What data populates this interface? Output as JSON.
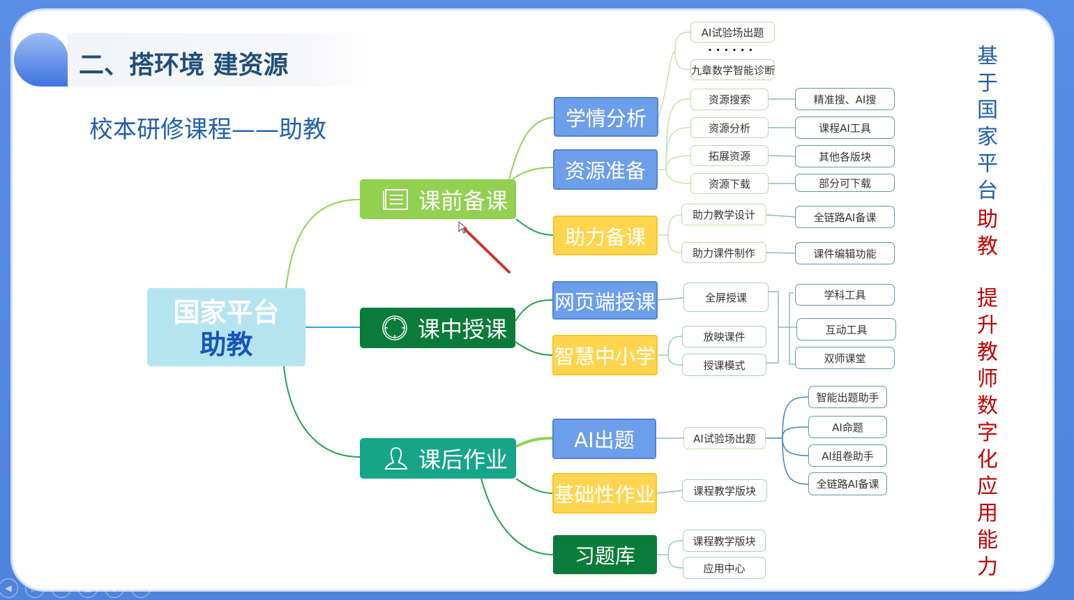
{
  "slide": {
    "title": "二、搭环境 建资源",
    "subtitle": "校本研修课程——助教"
  },
  "root": {
    "line1": "国家平台",
    "line2": "助教"
  },
  "level1": [
    {
      "label": "课前备课",
      "icon": "document-icon",
      "color": "#92d050"
    },
    {
      "label": "课中授课",
      "icon": "compass-circle-icon",
      "color": "#0b7b3a"
    },
    {
      "label": "课后作业",
      "icon": "person-icon",
      "color": "#17a589"
    }
  ],
  "level2": {
    "xueqing": "学情分析",
    "ziyuan": "资源准备",
    "zhuli": "助力备课",
    "wangye": "网页端授课",
    "zhihui": "智慧中小学",
    "aichuti": "AI出题",
    "jichu": "基础性作业",
    "xiti": "习题库"
  },
  "level3": {
    "ai_shiyan_1": "AI试验场出题",
    "dots": "· · · · · ·",
    "jiuzhang": "九章数学智能诊断",
    "sousuo": "资源搜索",
    "fenxi": "资源分析",
    "tuozhan": "拓展资源",
    "xiazai": "资源下载",
    "jiaoxue_sheji": "助力教学设计",
    "kejian_zhizuo": "助力课件制作",
    "quanping": "全屏授课",
    "fangying": "放映课件",
    "moshi": "授课模式",
    "ai_shiyan_2": "AI试验场出题",
    "banku_1": "课程教学版块",
    "banku_2": "课程教学版块",
    "yingyong": "应用中心"
  },
  "level4": {
    "jingzhun": "精准搜、AI搜",
    "kecheng_ai": "课程AI工具",
    "qita": "其他各版块",
    "bufen": "部分可下载",
    "quanlian_1": "全链路AI备课",
    "bianji": "课件编辑功能",
    "xueke": "学科工具",
    "hudong": "互动工具",
    "shuangshi": "双师课堂",
    "zhineng": "智能出题助手",
    "mingti": "AI命题",
    "zujuan": "AI组卷助手",
    "quanlian_2": "全链路AI备课"
  },
  "side": {
    "part1": "基于国家平台",
    "part2": "助教",
    "part3": "提升教师数字化应用能力"
  },
  "colors": {
    "accent_blue": "#1f5fa8",
    "accent_red": "#c00000"
  },
  "toolbar": [
    {
      "icon": "previous-icon"
    },
    {
      "icon": "next-icon"
    },
    {
      "icon": "pen-icon"
    },
    {
      "icon": "slides-icon"
    },
    {
      "icon": "zoom-icon"
    },
    {
      "icon": "more-icon"
    }
  ]
}
